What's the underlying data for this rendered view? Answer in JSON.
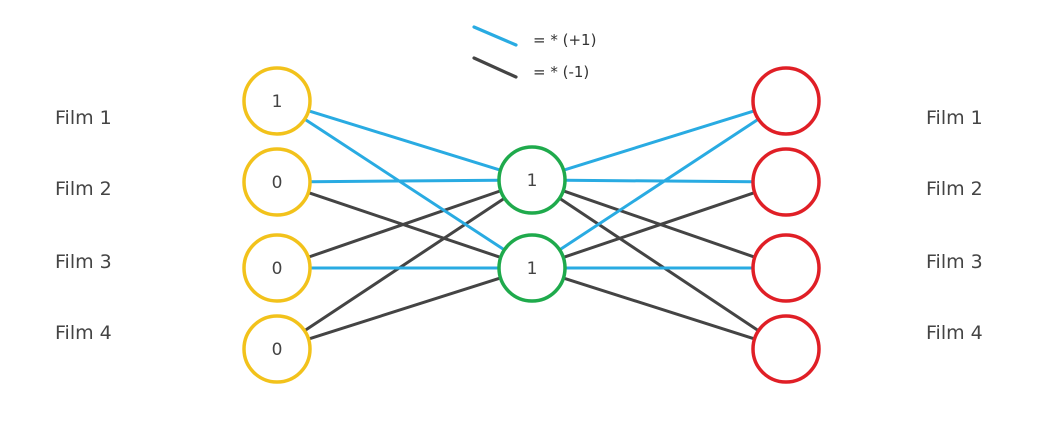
{
  "legend": {
    "positive": {
      "label": "= * (+1)",
      "color": "#29abe2"
    },
    "negative": {
      "label": "= * (-1)",
      "color": "#444444"
    }
  },
  "films_left": [
    "Film 1",
    "Film 2",
    "Film 3",
    "Film 4"
  ],
  "films_right": [
    "Film 1",
    "Film 2",
    "Film 3",
    "Film 4"
  ],
  "visible_layer": {
    "values": [
      "1",
      "0",
      "0",
      "0"
    ],
    "color": "#f2c21b"
  },
  "hidden_layer": {
    "values": [
      "1",
      "1"
    ],
    "color": "#1faa4c"
  },
  "output_layer": {
    "values": [
      "",
      "",
      "",
      ""
    ],
    "color": "#e01f26"
  },
  "weights_in": [
    {
      "from": 0,
      "to": 0,
      "sign": "+1"
    },
    {
      "from": 0,
      "to": 1,
      "sign": "+1"
    },
    {
      "from": 1,
      "to": 0,
      "sign": "+1"
    },
    {
      "from": 1,
      "to": 1,
      "sign": "-1"
    },
    {
      "from": 2,
      "to": 0,
      "sign": "-1"
    },
    {
      "from": 2,
      "to": 1,
      "sign": "+1"
    },
    {
      "from": 3,
      "to": 0,
      "sign": "-1"
    },
    {
      "from": 3,
      "to": 1,
      "sign": "-1"
    }
  ],
  "weights_out": [
    {
      "from": 0,
      "to": 0,
      "sign": "+1"
    },
    {
      "from": 0,
      "to": 1,
      "sign": "+1"
    },
    {
      "from": 0,
      "to": 2,
      "sign": "-1"
    },
    {
      "from": 0,
      "to": 3,
      "sign": "-1"
    },
    {
      "from": 1,
      "to": 0,
      "sign": "+1"
    },
    {
      "from": 1,
      "to": 1,
      "sign": "-1"
    },
    {
      "from": 1,
      "to": 2,
      "sign": "+1"
    },
    {
      "from": 1,
      "to": 3,
      "sign": "-1"
    }
  ]
}
